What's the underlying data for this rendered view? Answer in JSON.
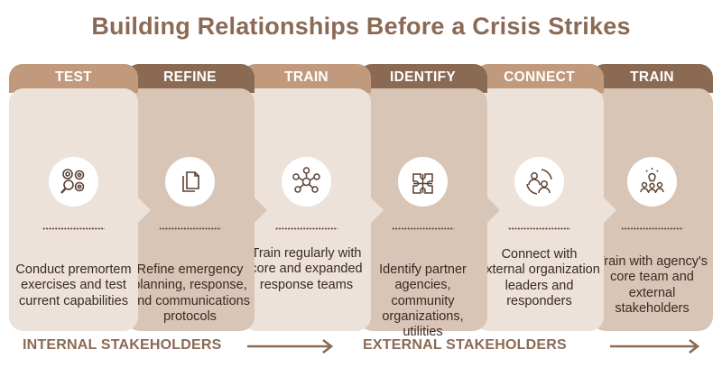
{
  "title": "Building Relationships Before a Crisis Strikes",
  "steps": [
    {
      "header": "TEST",
      "text": "Conduct premortem exercises and test current capabilities",
      "icon": "gears-magnifier-icon"
    },
    {
      "header": "REFINE",
      "text": "Refine emergency planning, response, and communications protocols",
      "icon": "documents-icon"
    },
    {
      "header": "TRAIN",
      "text": "Train regularly with core and expanded response teams",
      "icon": "network-people-icon"
    },
    {
      "header": "IDENTIFY",
      "text": "Identify partner agencies, community organizations, utilities",
      "icon": "puzzle-icon"
    },
    {
      "header": "CONNECT",
      "text": "Connect with external organization leaders and responders",
      "icon": "people-cycle-icon"
    },
    {
      "header": "TRAIN",
      "text": "Train with agency's core team and external stakeholders",
      "icon": "lightbulb-team-icon"
    }
  ],
  "footer": {
    "internal": "INTERNAL STAKEHOLDERS",
    "external": "EXTERNAL STAKEHOLDERS"
  },
  "colors": {
    "title": "#8a6a55",
    "header_light": "#c19a7e",
    "header_dark": "#8b6a54",
    "body_light": "#ece2da",
    "body_dark": "#d9c5b6",
    "text": "#3b2a22"
  }
}
